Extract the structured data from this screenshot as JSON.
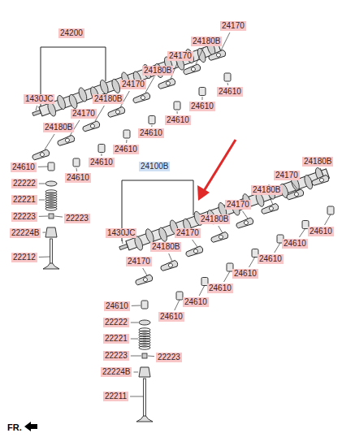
{
  "diagram": {
    "labels": [
      "24200",
      "24170",
      "24180B",
      "24170",
      "24180B",
      "24170",
      "24180B",
      "24170",
      "24180B",
      "1430JC",
      "24610",
      "24610",
      "24610",
      "24610",
      "24610",
      "24610",
      "24610",
      "24610",
      "22222",
      "22221",
      "22223",
      "22223",
      "22224B",
      "22212",
      "24100B",
      "24180B",
      "24170",
      "24180B",
      "24170",
      "24180B",
      "24170",
      "24180B",
      "24170",
      "1430JC",
      "24610",
      "24610",
      "24610",
      "24610",
      "24610",
      "24610",
      "24610",
      "24610",
      "22222",
      "22221",
      "22223",
      "22223",
      "22224B",
      "22211",
      "FR."
    ]
  }
}
